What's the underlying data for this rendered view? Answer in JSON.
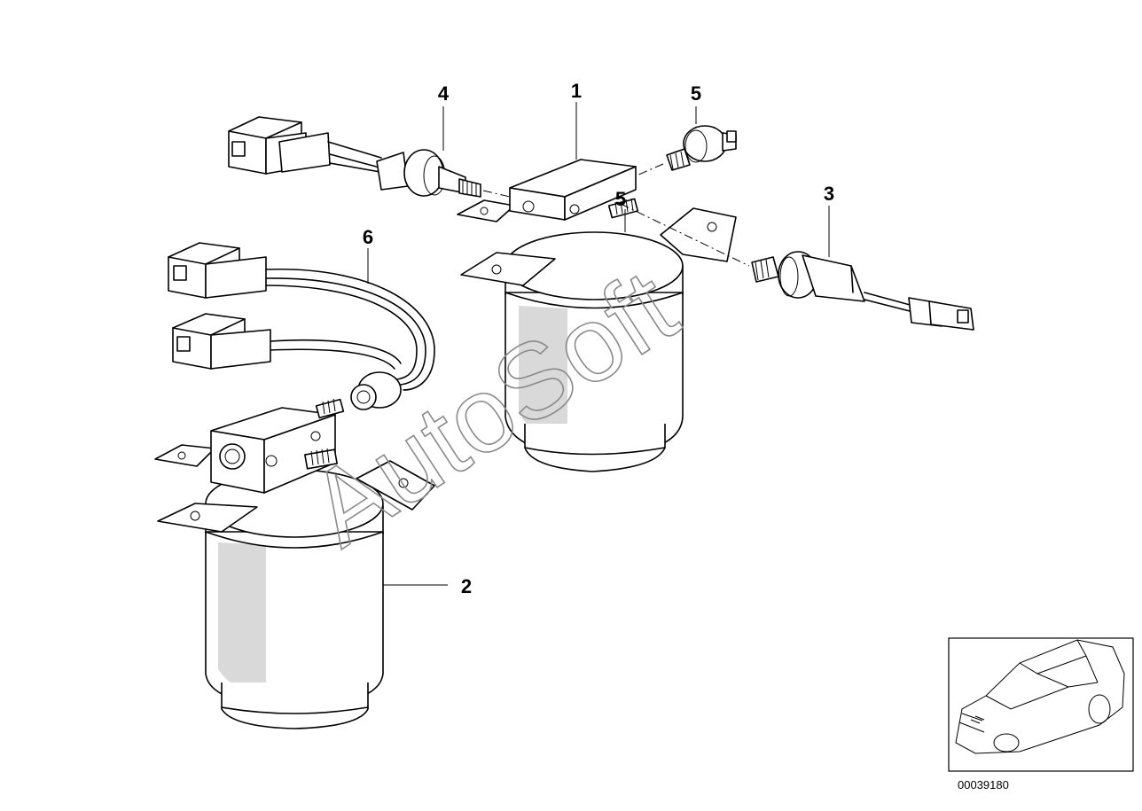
{
  "callouts": {
    "c1": "1",
    "c2": "2",
    "c3": "3",
    "c4": "4",
    "c5a": "5",
    "c5b": "5",
    "c6": "6"
  },
  "watermark": "AutoSoft",
  "document_number": "00039180",
  "icons": {
    "thumbnail": "car-silhouette-icon"
  }
}
